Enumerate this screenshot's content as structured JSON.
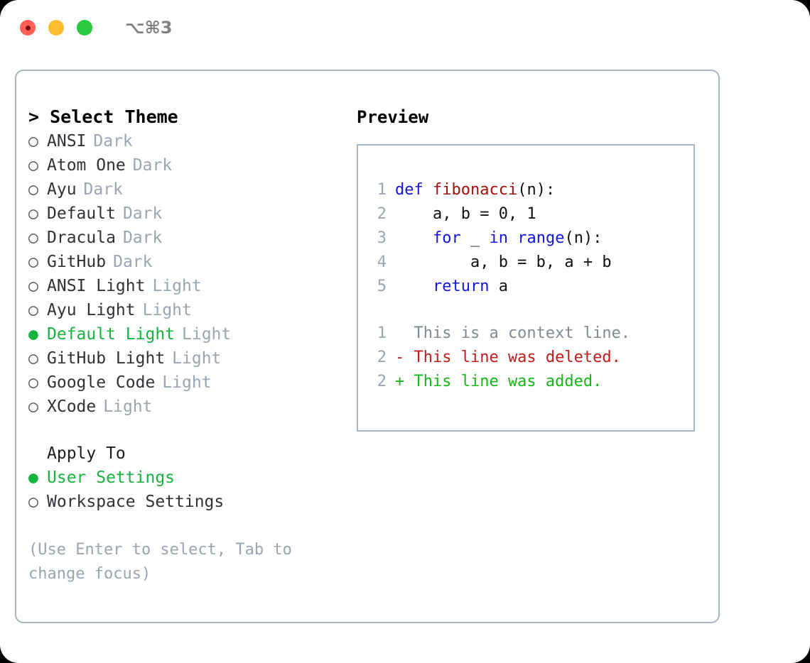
{
  "titlebar": {
    "shortcut": "⌥⌘3",
    "lights": [
      {
        "name": "close",
        "color": "#ff5f57"
      },
      {
        "name": "minimize",
        "color": "#febc2e"
      },
      {
        "name": "maximize",
        "color": "#28c840"
      }
    ]
  },
  "theme_panel": {
    "header": "> Select Theme",
    "items": [
      {
        "marker": "○",
        "label": "ANSI",
        "tag": "Dark",
        "selected": false
      },
      {
        "marker": "○",
        "label": "Atom One",
        "tag": "Dark",
        "selected": false
      },
      {
        "marker": "○",
        "label": "Ayu",
        "tag": "Dark",
        "selected": false
      },
      {
        "marker": "○",
        "label": "Default",
        "tag": "Dark",
        "selected": false
      },
      {
        "marker": "○",
        "label": "Dracula",
        "tag": "Dark",
        "selected": false
      },
      {
        "marker": "○",
        "label": "GitHub",
        "tag": "Dark",
        "selected": false
      },
      {
        "marker": "○",
        "label": "ANSI Light",
        "tag": "Light",
        "selected": false
      },
      {
        "marker": "○",
        "label": "Ayu Light",
        "tag": "Light",
        "selected": false
      },
      {
        "marker": "●",
        "label": "Default Light",
        "tag": "Light",
        "selected": true
      },
      {
        "marker": "○",
        "label": "GitHub Light",
        "tag": "Light",
        "selected": false
      },
      {
        "marker": "○",
        "label": "Google Code",
        "tag": "Light",
        "selected": false
      },
      {
        "marker": "○",
        "label": "XCode",
        "tag": "Light",
        "selected": false
      }
    ]
  },
  "apply_to": {
    "header": "Apply To",
    "items": [
      {
        "marker": "●",
        "label": "User Settings",
        "selected": true
      },
      {
        "marker": "○",
        "label": "Workspace Settings",
        "selected": false
      }
    ]
  },
  "hint": "(Use Enter to select, Tab to change focus)",
  "preview": {
    "label": "Preview",
    "code_lines": [
      {
        "number": "1",
        "tokens": [
          {
            "text": "def ",
            "type": "kw"
          },
          {
            "text": "fibonacci",
            "type": "fn"
          },
          {
            "text": "(n):",
            "type": "plain"
          }
        ]
      },
      {
        "number": "2",
        "tokens": [
          {
            "text": "    a, b = 0, 1",
            "type": "plain"
          }
        ]
      },
      {
        "number": "3",
        "tokens": [
          {
            "text": "    ",
            "type": "plain"
          },
          {
            "text": "for",
            "type": "kw"
          },
          {
            "text": " _ ",
            "type": "plain"
          },
          {
            "text": "in",
            "type": "kw"
          },
          {
            "text": " ",
            "type": "plain"
          },
          {
            "text": "range",
            "type": "kw"
          },
          {
            "text": "(n):",
            "type": "plain"
          }
        ]
      },
      {
        "number": "4",
        "tokens": [
          {
            "text": "        a, b = b, a + b",
            "type": "plain"
          }
        ]
      },
      {
        "number": "5",
        "tokens": [
          {
            "text": "    ",
            "type": "plain"
          },
          {
            "text": "return",
            "type": "kw"
          },
          {
            "text": " a",
            "type": "plain"
          }
        ]
      }
    ],
    "diff_lines": [
      {
        "number": "1",
        "text": "  This is a context line.",
        "type": "ctx"
      },
      {
        "number": "2",
        "text": "- This line was deleted.",
        "type": "del"
      },
      {
        "number": "2",
        "text": "+ This line was added.",
        "type": "add"
      }
    ]
  },
  "colors": {
    "accent_green": "#16b33f",
    "muted": "#9aa5b1",
    "border": "#aab4c0",
    "keyword": "#1414e0",
    "function": "#a01010",
    "diff_delete": "#c41b1b",
    "diff_add": "#14b814"
  }
}
